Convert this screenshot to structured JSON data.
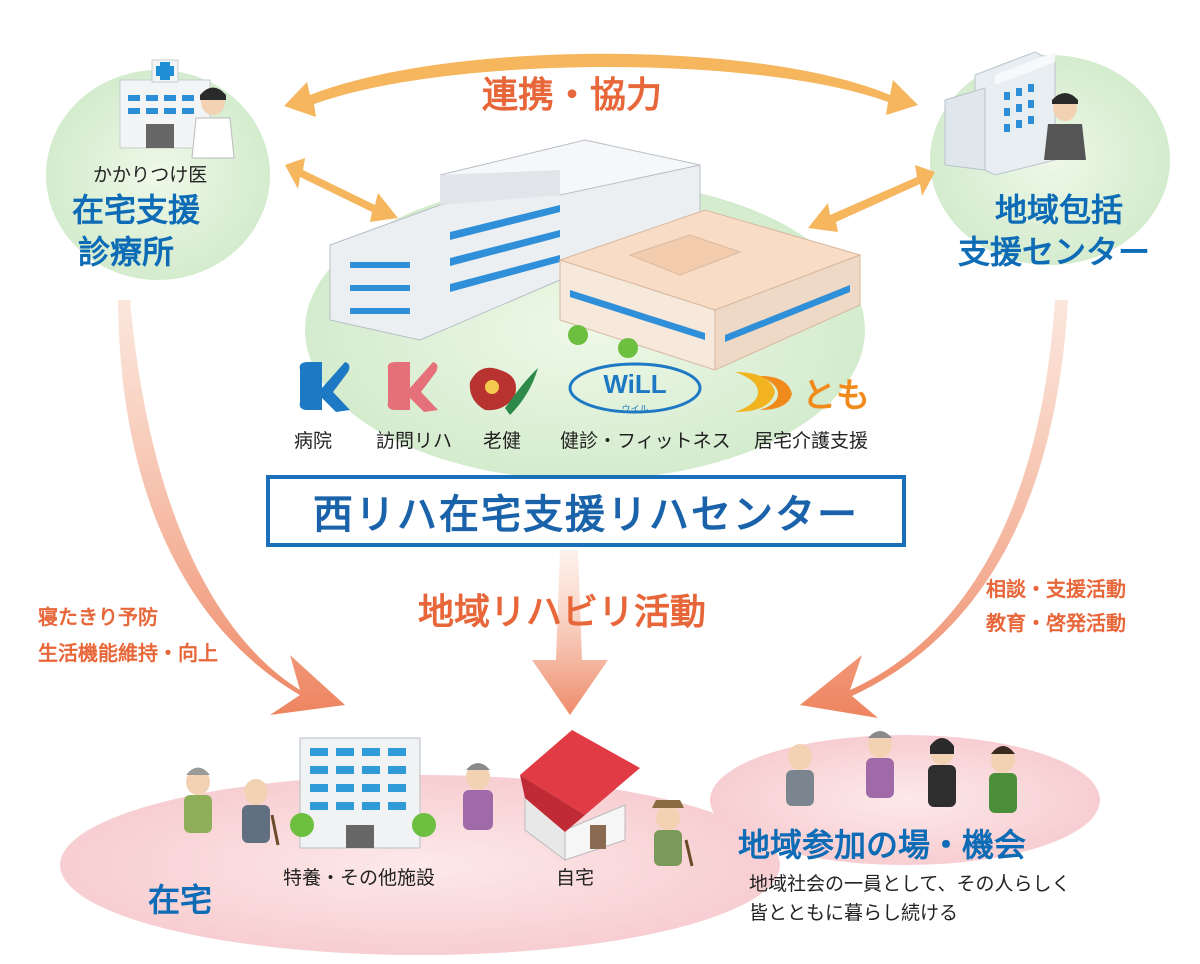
{
  "center_title": "西リハ在宅支援リハセンター",
  "cooperation_label": "連携・協力",
  "community_rehab_label": "地域リハビリ活動",
  "clinic": {
    "caption": "かかりつけ医",
    "name_line1": "在宅支援",
    "name_line2": "診療所"
  },
  "support_center": {
    "name_line1": "地域包括",
    "name_line2": "支援センター"
  },
  "left_activities": [
    "寝たきり予防",
    "生活機能維持・向上"
  ],
  "right_activities": [
    "相談・支援活動",
    "教育・啓発活動"
  ],
  "services": [
    {
      "label": "病院",
      "icon": "hospital-k-logo",
      "color": "#1e79c4"
    },
    {
      "label": "訪問リハ",
      "icon": "visit-rehab-k-logo",
      "color": "#e5707a"
    },
    {
      "label": "老健",
      "icon": "rouken-logo",
      "color": "#c03030"
    },
    {
      "label": "健診・フィットネス",
      "icon": "will-logo",
      "logo_text": "WiLL",
      "logo_sub": "ウイル",
      "color": "#1e79c4"
    },
    {
      "label": "居宅介護支援",
      "icon": "tomo-logo",
      "logo_text": "とも",
      "color": "#f08a1a"
    }
  ],
  "home_area": {
    "zaitaku": "在宅",
    "facility": "特養・その他施設",
    "own_home": "自宅"
  },
  "community": {
    "title": "地域参加の場・機会",
    "description_line1": "地域社会の一員として、その人らしく",
    "description_line2": "皆とともに暮らし続ける"
  },
  "colors": {
    "accent_blue": "#0d6cb5",
    "accent_orange": "#e8673a",
    "arrow_salmon": "#f19070",
    "arrow_gold": "#f6b860",
    "circle_green": "#dcefd6",
    "ground_pink": "#f9d5d8"
  }
}
